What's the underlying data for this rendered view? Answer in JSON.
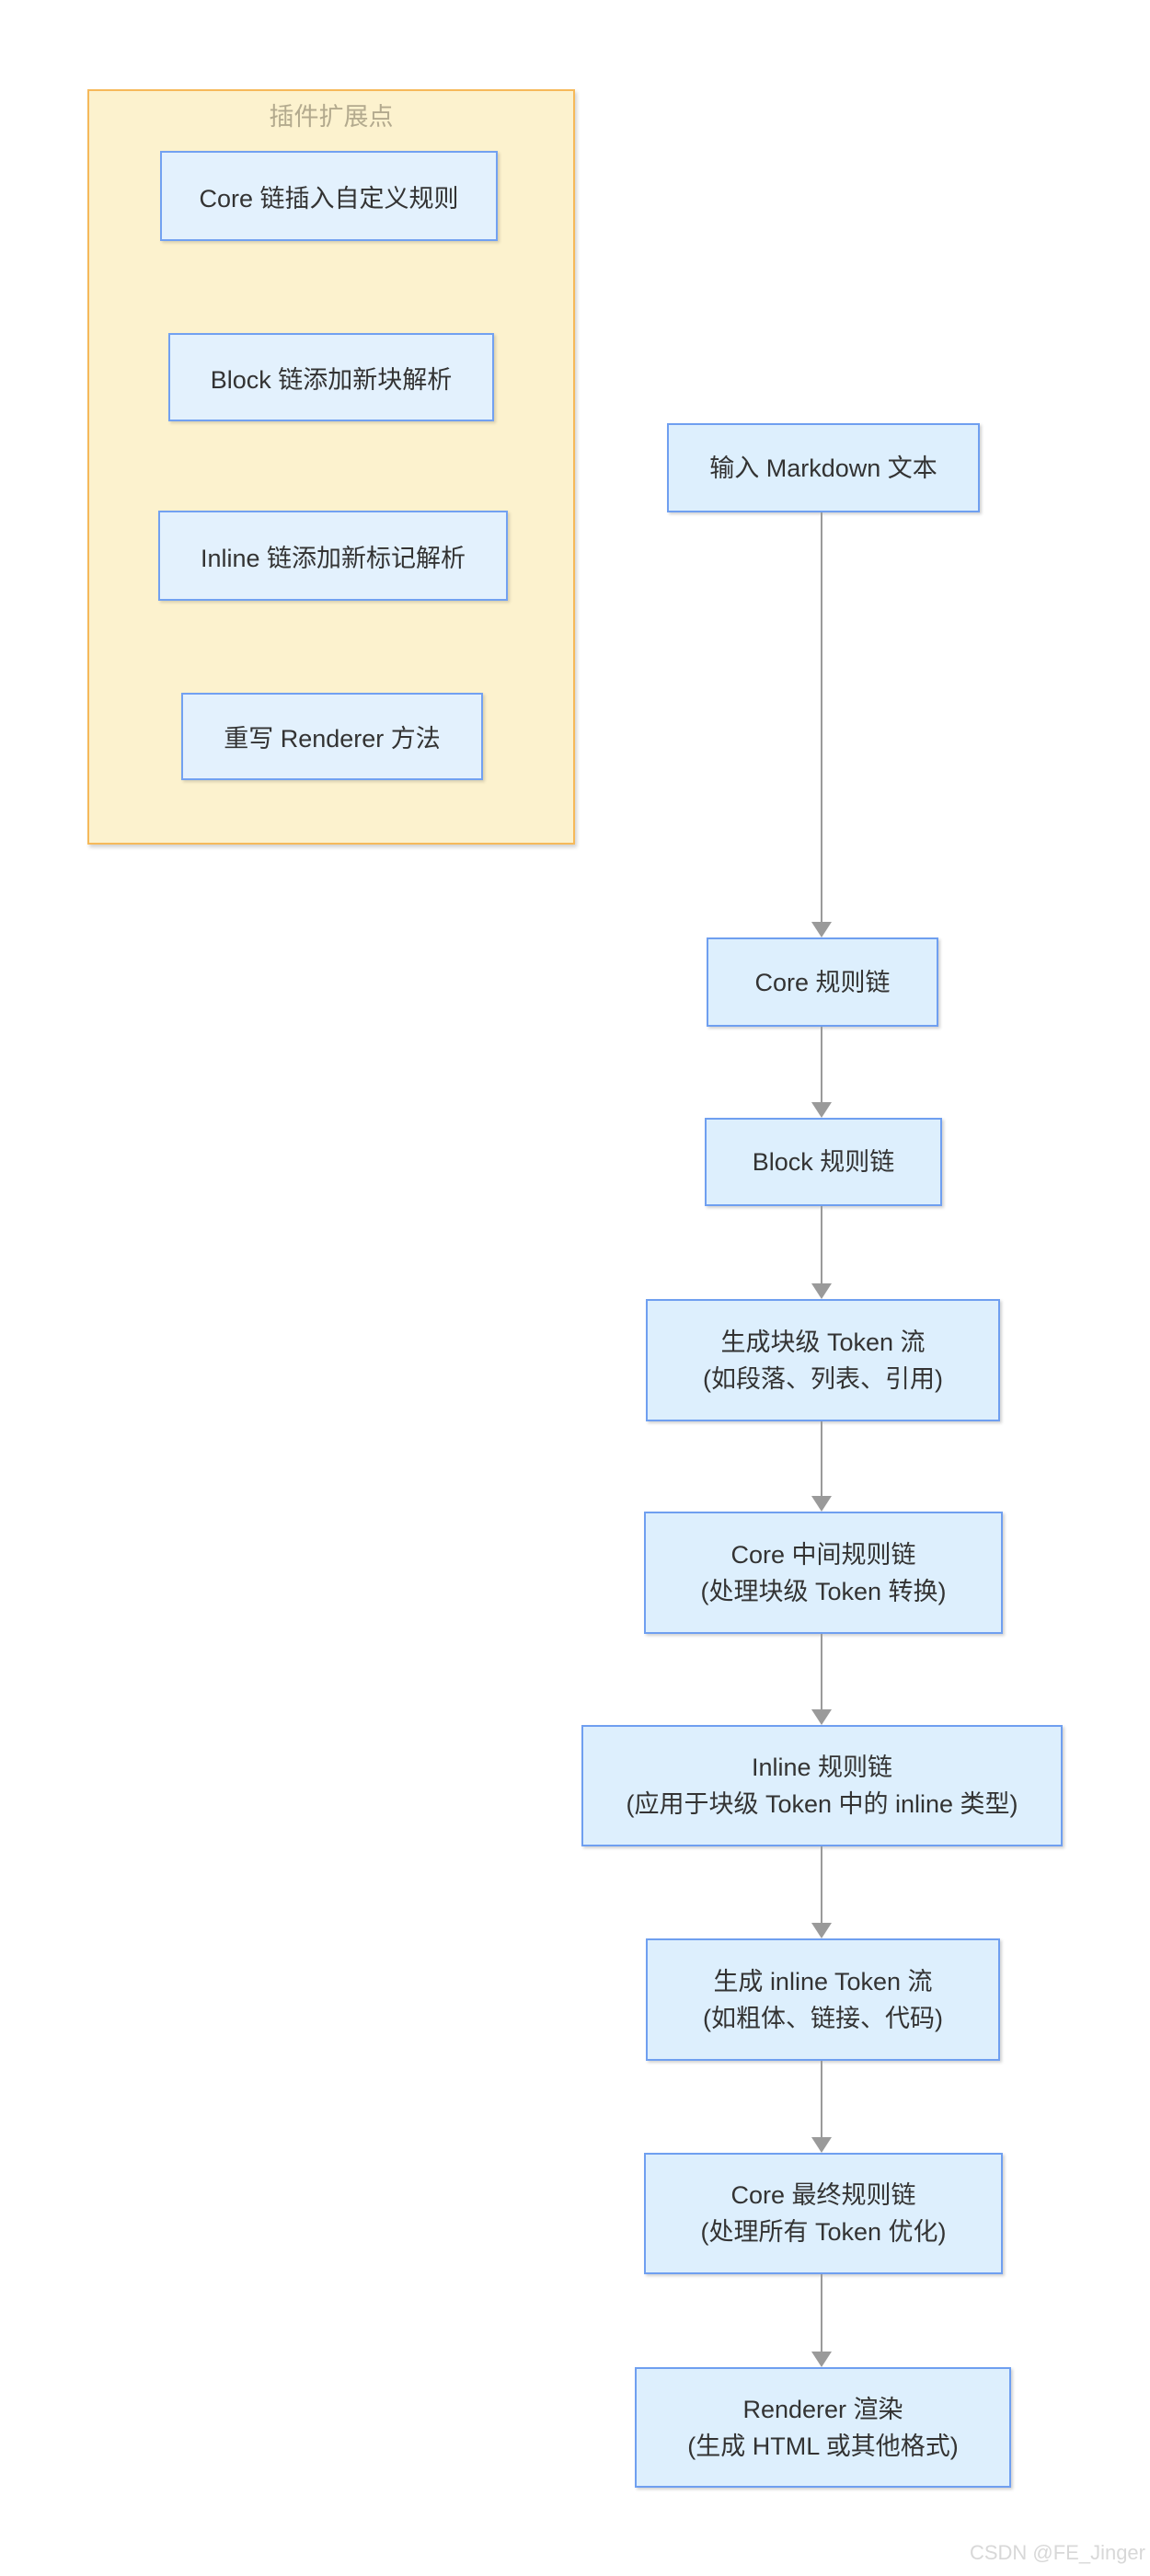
{
  "diagram": {
    "plugin_panel": {
      "title": "插件扩展点",
      "items": [
        {
          "label": "Core 链插入自定义规则"
        },
        {
          "label": "Block 链添加新块解析"
        },
        {
          "label": "Inline 链添加新标记解析"
        },
        {
          "label": "重写 Renderer 方法"
        }
      ]
    },
    "flow": [
      {
        "line1": "输入 Markdown 文本",
        "line2": ""
      },
      {
        "line1": "Core 规则链",
        "line2": ""
      },
      {
        "line1": "Block 规则链",
        "line2": ""
      },
      {
        "line1": "生成块级 Token 流",
        "line2": "(如段落、列表、引用)"
      },
      {
        "line1": "Core 中间规则链",
        "line2": "(处理块级 Token 转换)"
      },
      {
        "line1": "Inline 规则链",
        "line2": "(应用于块级 Token 中的 inline 类型)"
      },
      {
        "line1": "生成 inline Token 流",
        "line2": "(如粗体、链接、代码)"
      },
      {
        "line1": "Core 最终规则链",
        "line2": "(处理所有 Token 优化)"
      },
      {
        "line1": "Renderer 渲染",
        "line2": "(生成 HTML 或其他格式)"
      }
    ],
    "watermark": "CSDN @FE_Jinger",
    "colors": {
      "panel_fill": "#fcf2ce",
      "panel_border": "#f6b95a",
      "panel_title": "#b3aa8e",
      "node_fill": "#ddeffd",
      "node_border": "#6f9ff0",
      "node_text": "#333333",
      "arrow": "#9a9a9a",
      "watermark": "#d8d8d8"
    }
  }
}
